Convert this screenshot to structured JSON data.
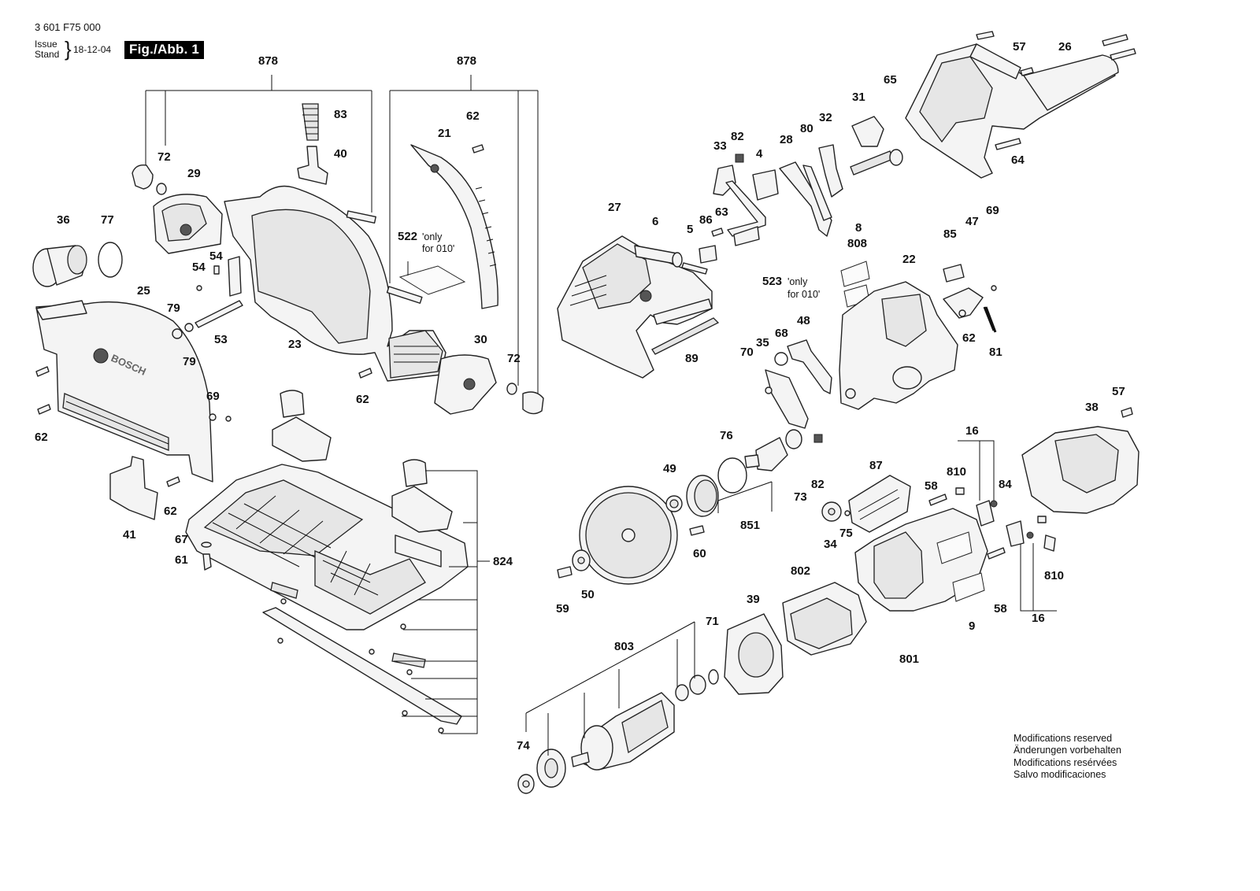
{
  "header": {
    "doc_number": "3 601 F75 000",
    "issue_label": "Issue",
    "stand_label": "Stand",
    "brace": "}",
    "issue_date": "18-12-04",
    "fig_label": "Fig./Abb. 1"
  },
  "logo_text": "BOSCH",
  "part_labels": {
    "p878a": "878",
    "p878b": "878",
    "p83": "83",
    "p40": "40",
    "p72a": "72",
    "p29": "29",
    "p21": "21",
    "p62a": "62",
    "p522": "522",
    "p36": "36",
    "p77": "77",
    "p25": "25",
    "p54a": "54",
    "p54b": "54",
    "p79a": "79",
    "p79b": "79",
    "p53": "53",
    "p23": "23",
    "p62b": "62",
    "p30": "30",
    "p72b": "72",
    "p69a": "69",
    "p62c": "62",
    "p62d": "62",
    "p41": "41",
    "p67": "67",
    "p61": "61",
    "p824": "824",
    "p57a": "57",
    "p26": "26",
    "p65": "65",
    "p31": "31",
    "p33": "33",
    "p82a": "82",
    "p4": "4",
    "p28": "28",
    "p80": "80",
    "p32": "32",
    "p64": "64",
    "p27": "27",
    "p6": "6",
    "p5": "5",
    "p86": "86",
    "p63": "63",
    "p8": "8",
    "p808": "808",
    "p523": "523",
    "p22": "22",
    "p85": "85",
    "p47": "47",
    "p69b": "69",
    "p89": "89",
    "p70": "70",
    "p35": "35",
    "p68": "68",
    "p48": "48",
    "p62e": "62",
    "p81": "81",
    "p76": "76",
    "p49": "49",
    "p73": "73",
    "p82b": "82",
    "p60": "60",
    "p851": "851",
    "p50": "50",
    "p59": "59",
    "p87": "87",
    "p58a": "58",
    "p810a": "810",
    "p16a": "16",
    "p84": "84",
    "p57b": "57",
    "p38": "38",
    "p34": "34",
    "p75": "75",
    "p802": "802",
    "p39": "39",
    "p71": "71",
    "p803": "803",
    "p801": "801",
    "p9": "9",
    "p58b": "58",
    "p810b": "810",
    "p16b": "16",
    "p74": "74"
  },
  "notes": {
    "only_010_a_line1": "'only",
    "only_010_a_line2": "for 010'",
    "only_010_b_line1": "'only",
    "only_010_b_line2": "for 010'"
  },
  "modifications": [
    "Modifications reserved",
    "Änderungen vorbehalten",
    "Modifications resérvées",
    "Salvo modificaciones"
  ]
}
